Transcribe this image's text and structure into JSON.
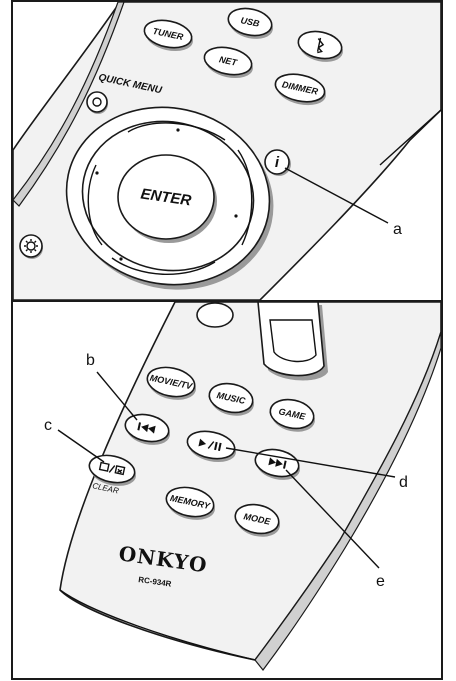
{
  "top_panel": {
    "buttons": {
      "tuner": "TUNER",
      "usb": "USB",
      "bluetooth_icon": "bluetooth-icon",
      "net": "NET",
      "dimmer": "DIMMER",
      "enter": "ENTER",
      "info": "i"
    },
    "quick_menu_label": "QUICK MENU",
    "callout_a": "a"
  },
  "bottom_panel": {
    "buttons": {
      "movie_tv": "MOVIE/TV",
      "music": "MUSIC",
      "game": "GAME",
      "memory": "MEMORY",
      "mode": "MODE"
    },
    "clear_label": "CLEAR",
    "brand": "ONKYO",
    "model": "RC-934R",
    "callouts": {
      "b": "b",
      "c": "c",
      "d": "d",
      "e": "e"
    }
  }
}
